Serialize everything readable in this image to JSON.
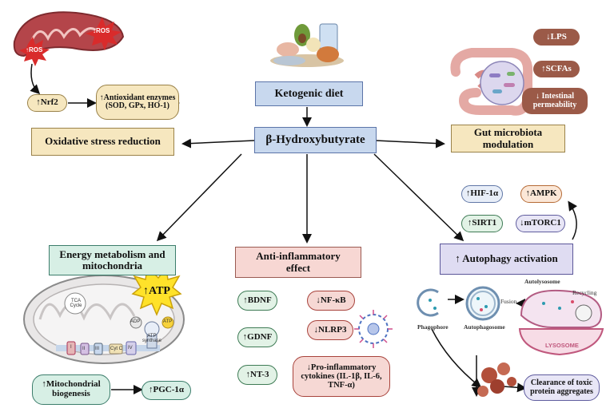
{
  "center": {
    "diet": "Ketogenic diet",
    "bhb": "β-Hydroxybutyrate"
  },
  "oxidative": {
    "title": "Oxidative stress reduction",
    "ros_up": "↑ROS",
    "ros_down": "↓ROS",
    "nrf2": "↑Nrf2",
    "antioxidant": "↑Antioxidant enzymes (SOD, GPx, HO-1)"
  },
  "gut": {
    "title": "Gut microbiota modulation",
    "lps": "↓LPS",
    "scfas": "↑SCFAs",
    "permeability": "↓ Intestinal permeability"
  },
  "energy": {
    "title": "Energy metabolism and mitochondria",
    "atp": "↑ATP",
    "tca": "TCA Cycle",
    "adp": "ADP",
    "atp_small": "ATP",
    "synthase": "ATP synthase",
    "complexes": [
      "I",
      "II",
      "III",
      "Cyt C",
      "IV"
    ],
    "biogenesis": "↑Mitochondrial biogenesis",
    "pgc": "↑PGC-1α"
  },
  "inflammation": {
    "title": "Anti-inflammatory effect",
    "bdnf": "↑BDNF",
    "gdnf": "↑GDNF",
    "nt3": "↑NT-3",
    "nfkb": "↓NF-κB",
    "nlrp3": "↓NLRP3",
    "cytokines": "↓Pro-inflammatory cytokines (IL-1β, IL-6, TNF-α)"
  },
  "autophagy": {
    "title": "↑ Autophagy activation",
    "hif": "↑HIF-1α",
    "ampk": "↑AMPK",
    "sirt1": "↑SIRT1",
    "mtorc1": "↓mTORC1",
    "autolysosome": "Autolysosome",
    "recycling": "Recycling",
    "fusion": "Fusion",
    "phagophore": "Phagophore",
    "autophagosome": "Autophagosome",
    "lysosome": "LYSOSOME",
    "clearance": "Clearance of toxic protein aggregates"
  }
}
